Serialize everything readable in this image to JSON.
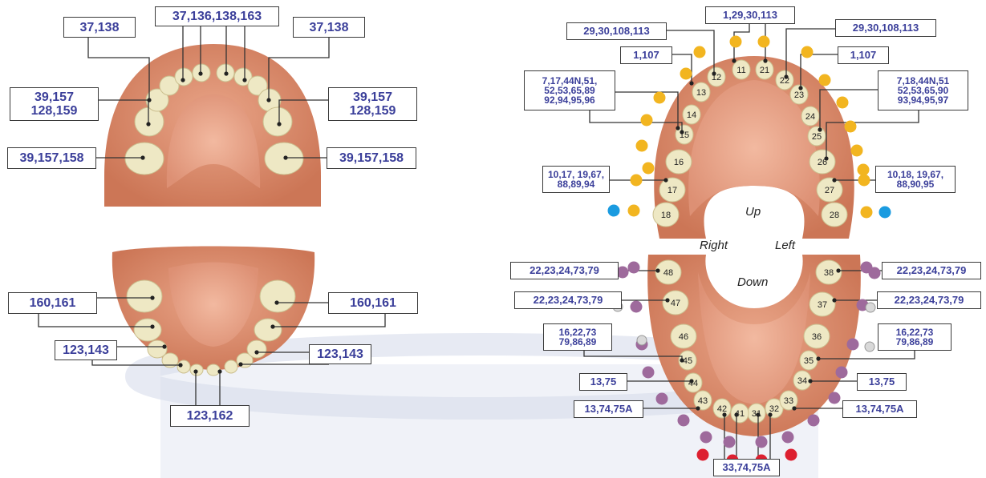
{
  "left_diagram": {
    "upper_labels": [
      "37,138",
      "37,136,138,163",
      "37,138",
      "39,157\n128,159",
      "39,157\n128,159",
      "39,157,158",
      "39,157,158"
    ],
    "lower_labels": [
      "160,161",
      "160,161",
      "123,143",
      "123,143",
      "123,162"
    ]
  },
  "right_diagram": {
    "upper_labels": [
      "1,29,30,113",
      "29,30,108,113",
      "29,30,108,113",
      "1,107",
      "1,107",
      "7,17,44N,51,\n52,53,65,89\n92,94,95,96",
      "7,18,44N,51\n52,53,65,90\n93,94,95,97",
      "10,17, 19,67,\n88,89,94",
      "10,18, 19,67,\n88,90,95"
    ],
    "lower_labels": [
      "22,23,24,73,79",
      "22,23,24,73,79",
      "22,23,24,73,79",
      "22,23,24,73,79",
      "16,22,73\n79,86,89",
      "16,22,73\n79,86,89",
      "13,75",
      "13,75",
      "13,74,75A",
      "13,74,75A",
      "33,74,75A"
    ],
    "orientation": {
      "up": "Up",
      "down": "Down",
      "right": "Right",
      "left": "Left"
    },
    "tooth_numbers": [
      "11",
      "12",
      "13",
      "14",
      "15",
      "16",
      "17",
      "18",
      "21",
      "22",
      "23",
      "24",
      "25",
      "26",
      "27",
      "28",
      "31",
      "32",
      "33",
      "34",
      "35",
      "36",
      "37",
      "38",
      "41",
      "42",
      "43",
      "44",
      "45",
      "46",
      "47",
      "48"
    ]
  },
  "colors": {
    "label_text": "#3b3f9a",
    "gum": "#d98c6c",
    "tooth": "#eee8c4",
    "dot_yellow": "#f2b520",
    "dot_blue": "#1a9be0",
    "dot_purple": "#9e6a9c",
    "dot_red": "#dd2030",
    "watermark": "#c4cbe2"
  }
}
